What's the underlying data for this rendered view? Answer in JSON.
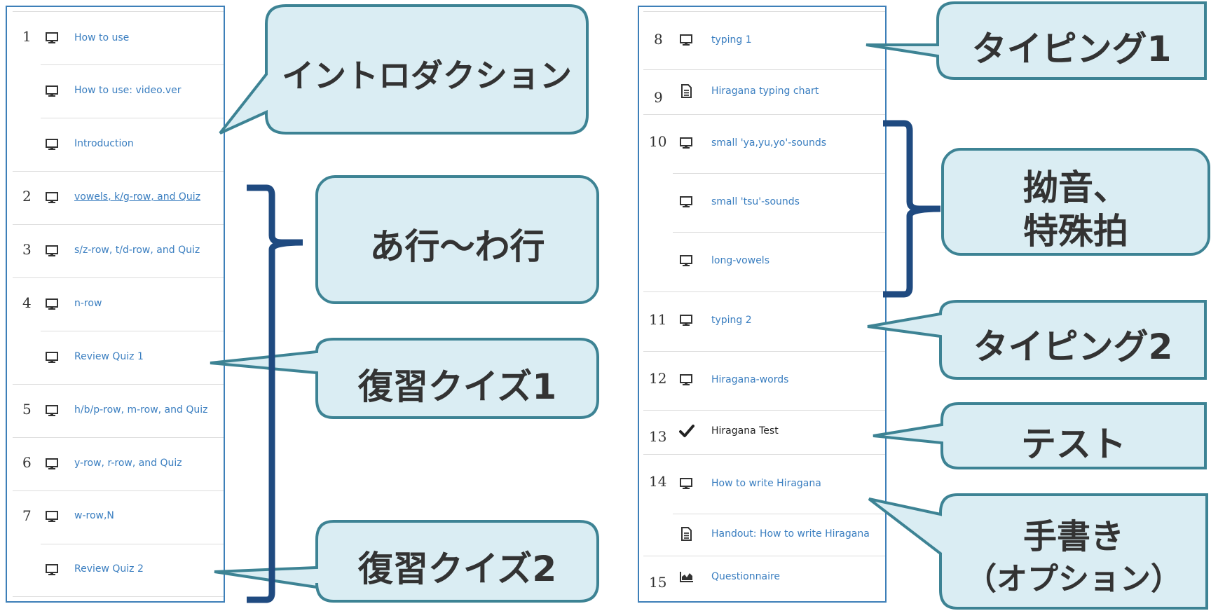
{
  "left_list": [
    {
      "num": "1",
      "label": "How to use",
      "icon": "monitor-icon"
    },
    {
      "num": "",
      "label": "How to use: video.ver",
      "icon": "monitor-icon"
    },
    {
      "num": "",
      "label": "Introduction",
      "icon": "monitor-icon"
    },
    {
      "num": "2",
      "label": "vowels, k/g-row, and Quiz",
      "icon": "monitor-icon"
    },
    {
      "num": "3",
      "label": "s/z-row, t/d-row, and Quiz",
      "icon": "monitor-icon"
    },
    {
      "num": "4",
      "label": "n-row",
      "icon": "monitor-icon"
    },
    {
      "num": "",
      "label": "Review Quiz 1",
      "icon": "monitor-icon"
    },
    {
      "num": "5",
      "label": "h/b/p-row, m-row, and Quiz",
      "icon": "monitor-icon"
    },
    {
      "num": "6",
      "label": "y-row, r-row, and Quiz",
      "icon": "monitor-icon"
    },
    {
      "num": "7",
      "label": "w-row,N",
      "icon": "monitor-icon"
    },
    {
      "num": "",
      "label": "Review Quiz 2",
      "icon": "monitor-icon"
    }
  ],
  "right_list": [
    {
      "num": "8",
      "label": "typing 1",
      "icon": "monitor-icon"
    },
    {
      "num": "9",
      "label": "Hiragana typing chart",
      "icon": "document-icon"
    },
    {
      "num": "10",
      "label": "small 'ya,yu,yo'-sounds",
      "icon": "monitor-icon"
    },
    {
      "num": "",
      "label": "small 'tsu'-sounds",
      "icon": "monitor-icon"
    },
    {
      "num": "",
      "label": "long-vowels",
      "icon": "monitor-icon"
    },
    {
      "num": "11",
      "label": "typing 2",
      "icon": "monitor-icon"
    },
    {
      "num": "12",
      "label": "Hiragana-words",
      "icon": "monitor-icon"
    },
    {
      "num": "13",
      "label": "Hiragana Test",
      "icon": "checkmark-icon"
    },
    {
      "num": "14",
      "label": "How to write Hiragana",
      "icon": "monitor-icon"
    },
    {
      "num": "",
      "label": "Handout: How to write Hiragana",
      "icon": "document-icon"
    },
    {
      "num": "15",
      "label": "Questionnaire",
      "icon": "area-chart-icon"
    }
  ],
  "callouts": {
    "intro": "イントロダクション",
    "a_wa": "あ行～わ行",
    "review1": "復習クイズ1",
    "review2": "復習クイズ2",
    "typing1": "タイピング1",
    "yoon_line1": "拗音、",
    "yoon_line2": "特殊拍",
    "typing2": "タイピング2",
    "test": "テスト",
    "handwrite_line1": "手書き",
    "handwrite_line2": "（オプション）"
  },
  "colors": {
    "callout_fill": "#daedf3",
    "callout_border": "#3d8394",
    "bracket": "#1f4a80",
    "link": "#3a7ec0",
    "panel_border": "#3d7fb8"
  }
}
